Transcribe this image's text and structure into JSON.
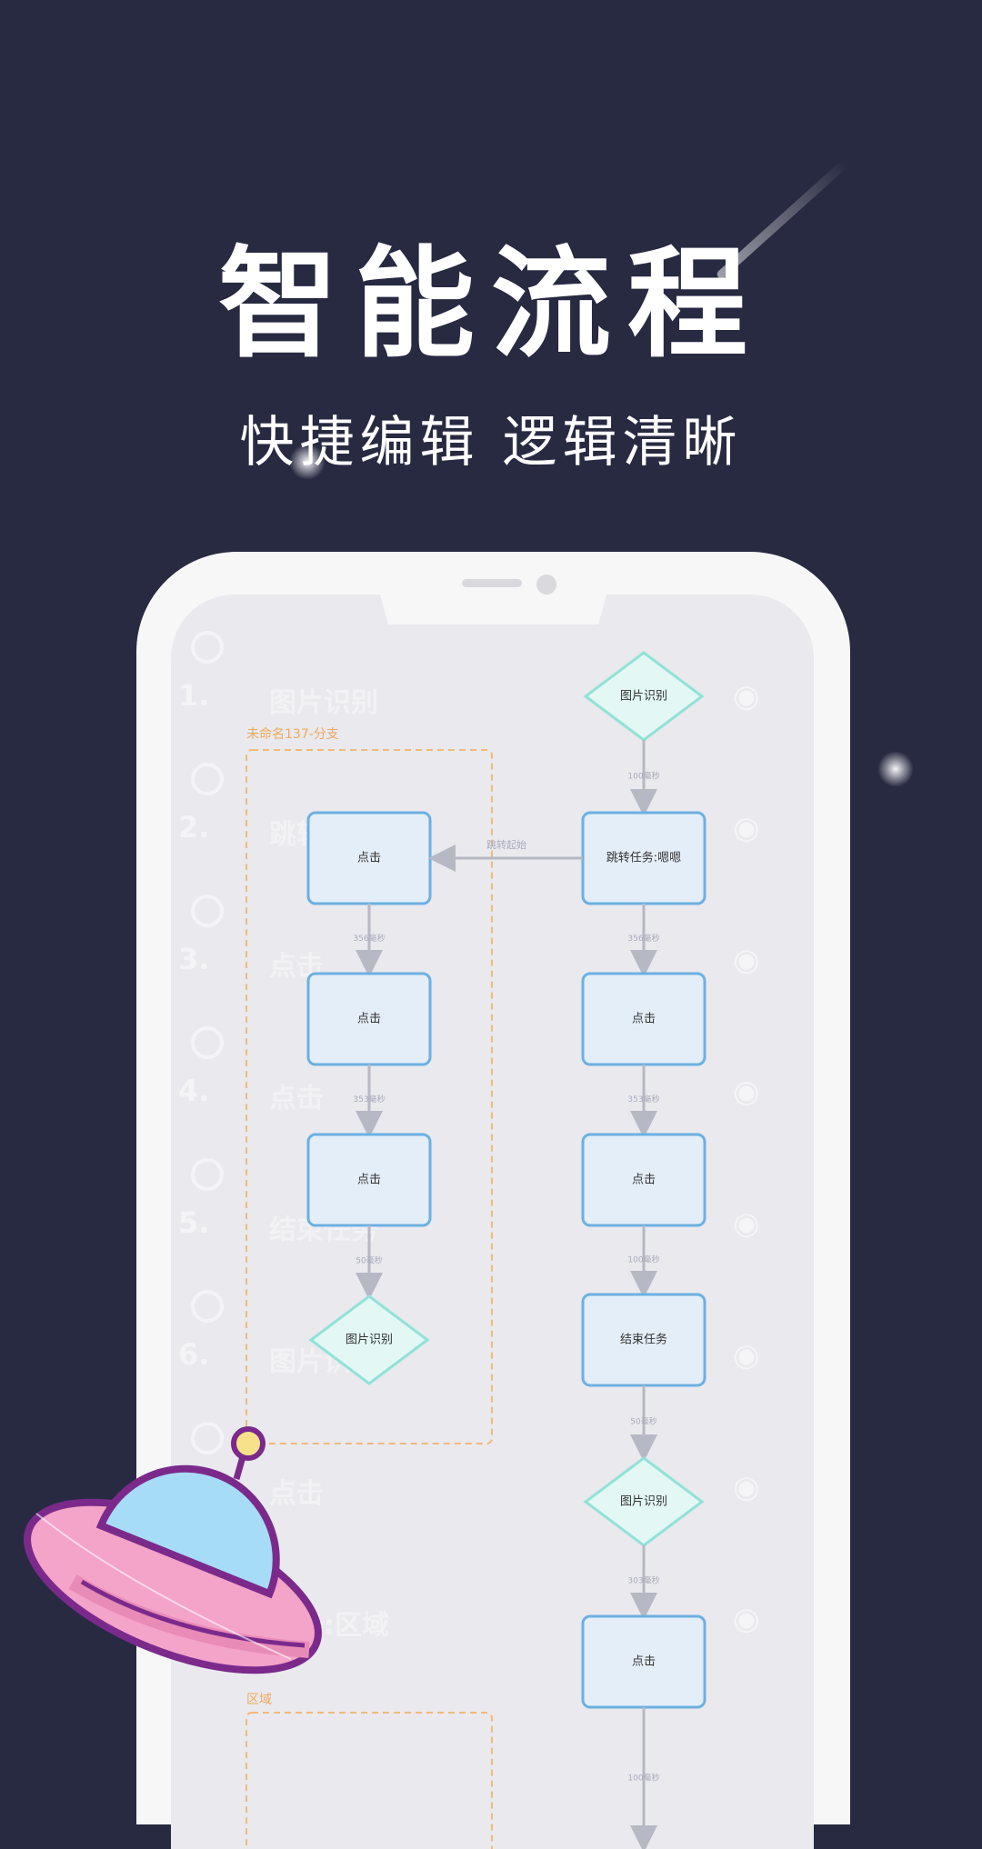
{
  "header": {
    "title": "智能流程",
    "subtitle": "快捷编辑   逻辑清晰"
  },
  "background_list": {
    "items": [
      {
        "num": "1.",
        "label": "图片识别"
      },
      {
        "num": "2.",
        "label": "跳转任务"
      },
      {
        "num": "3.",
        "label": "点击"
      },
      {
        "num": "4.",
        "label": "点击"
      },
      {
        "num": "5.",
        "label": "结束任务"
      },
      {
        "num": "6.",
        "label": "图片识别"
      },
      {
        "num": "",
        "label": "点击"
      },
      {
        "num": "",
        "label": "任务:区域"
      }
    ]
  },
  "flow": {
    "branch_label": "未命名137-分支",
    "region_label": "区域",
    "right_column": [
      {
        "id": "r1",
        "type": "diamond",
        "label": "图片识别",
        "edge_label": "100毫秒"
      },
      {
        "id": "r2",
        "type": "rect",
        "label": "跳转任务:嗯嗯",
        "edge_label": "356毫秒"
      },
      {
        "id": "r3",
        "type": "rect",
        "label": "点击",
        "edge_label": "353毫秒"
      },
      {
        "id": "r4",
        "type": "rect",
        "label": "点击",
        "edge_label": "100毫秒"
      },
      {
        "id": "r5",
        "type": "rect",
        "label": "结束任务",
        "edge_label": "50毫秒"
      },
      {
        "id": "r6",
        "type": "diamond",
        "label": "图片识别",
        "edge_label": "303毫秒"
      },
      {
        "id": "r7",
        "type": "rect",
        "label": "点击",
        "edge_label": "100毫秒"
      }
    ],
    "left_column": [
      {
        "id": "l1",
        "type": "rect",
        "label": "点击",
        "edge_label": "356毫秒"
      },
      {
        "id": "l2",
        "type": "rect",
        "label": "点击",
        "edge_label": "353毫秒"
      },
      {
        "id": "l3",
        "type": "rect",
        "label": "点击",
        "edge_label": "50毫秒"
      },
      {
        "id": "l4",
        "type": "diamond",
        "label": "图片识别",
        "edge_label": ""
      }
    ],
    "jump_edge_label": "跳转起始"
  }
}
